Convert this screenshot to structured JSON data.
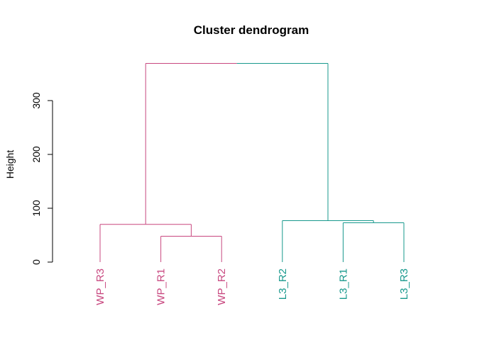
{
  "chart_data": {
    "type": "dendrogram",
    "title": "Cluster dendrogram",
    "xlabel": "",
    "ylabel": "Height",
    "ylim": [
      0,
      300
    ],
    "yticks": [
      0,
      100,
      200,
      300
    ],
    "colors": {
      "cluster_1": "#c8477f",
      "cluster_2": "#17988c"
    },
    "leaves": [
      {
        "label": "WP_R3",
        "cluster": 1
      },
      {
        "label": "WP_R1",
        "cluster": 1
      },
      {
        "label": "WP_R2",
        "cluster": 1
      },
      {
        "label": "L3_R2",
        "cluster": 2
      },
      {
        "label": "L3_R1",
        "cluster": 2
      },
      {
        "label": "L3_R3",
        "cluster": 2
      }
    ],
    "merges": [
      {
        "a": "L1",
        "b": "L2",
        "height": 48,
        "cluster": 1
      },
      {
        "a": "L0",
        "b": "M0",
        "height": 70,
        "cluster": 1
      },
      {
        "a": "L4",
        "b": "L5",
        "height": 73,
        "cluster": 2
      },
      {
        "a": "L3",
        "b": "M2",
        "height": 77,
        "cluster": 2
      },
      {
        "a": "M1",
        "b": "M3",
        "height": 369,
        "cluster": 0
      }
    ]
  }
}
